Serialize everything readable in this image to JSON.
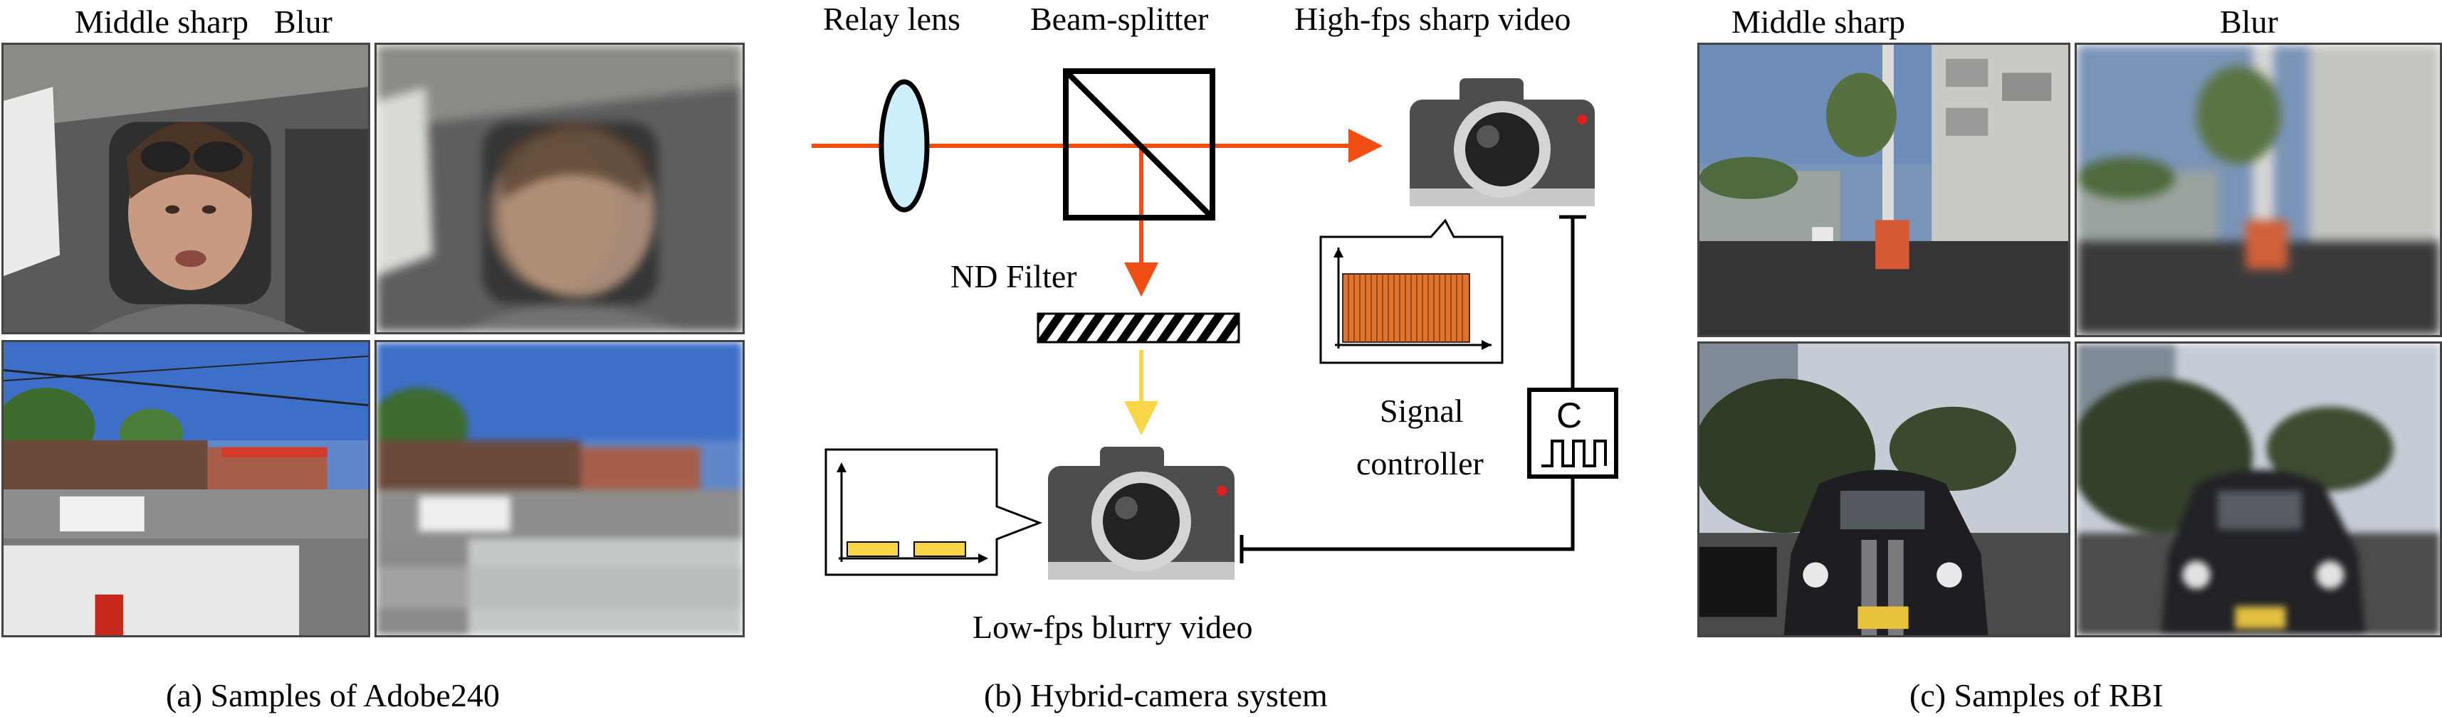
{
  "panel_a": {
    "col_left": "Middle sharp",
    "col_right": "Blur",
    "caption": "(a) Samples of Adobe240"
  },
  "panel_b": {
    "relay_lens": "Relay lens",
    "beam_splitter": "Beam-splitter",
    "high_fps": "High-fps sharp video",
    "nd_filter": "ND Filter",
    "signal_controller_line1": "Signal",
    "signal_controller_line2": "controller",
    "controller_letter": "C",
    "low_fps": "Low-fps blurry video",
    "caption": "(b) Hybrid-camera system",
    "colors": {
      "beam": "#f04e12",
      "beam_attenuated": "#f9d548",
      "lens_fill": "#cdeffb",
      "camera_body": "#4d4d4d",
      "pulse_fill_high": "#e0742e",
      "pulse_fill_low": "#f9d548"
    }
  },
  "panel_c": {
    "col_left": "Middle sharp",
    "col_right": "Blur",
    "caption": "(c) Samples of RBI"
  }
}
